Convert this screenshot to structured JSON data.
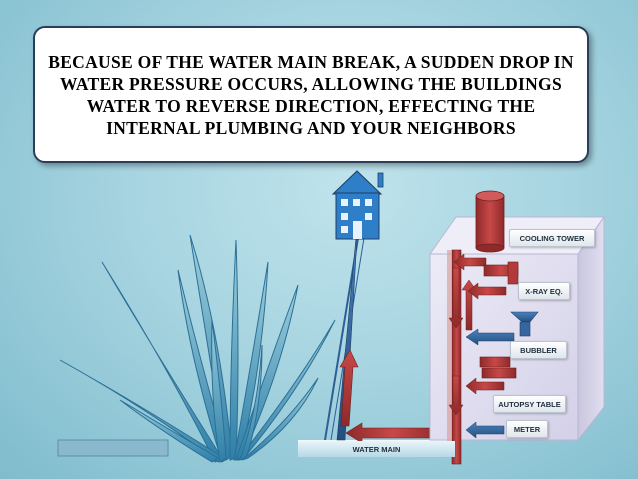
{
  "title": "BECAUSE OF THE WATER MAIN BREAK, A SUDDEN DROP IN WATER PRESSURE OCCURS, ALLOWING THE BUILDINGS WATER TO REVERSE DIRECTION, EFFECTING THE INTERNAL PLUMBING AND YOUR NEIGHBORS",
  "labels": {
    "cooling_tower": "COOLING TOWER",
    "xray": "X-RAY EQ.",
    "bubbler": "BUBBLER",
    "autopsy_table": "AUTOPSY TABLE",
    "meter": "METER",
    "water_main": "WATER MAIN"
  },
  "colors": {
    "title_border": "#2a3e5c",
    "pipe_red": "#b23a3a",
    "pipe_blue": "#2d5f95",
    "house_blue": "#2f7fc8",
    "building_face": "#e4e2f1"
  }
}
